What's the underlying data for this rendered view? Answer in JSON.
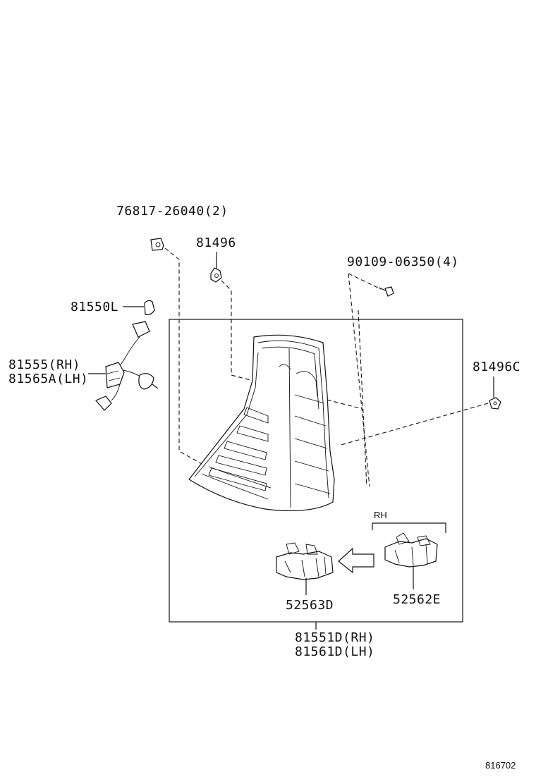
{
  "labels": {
    "clip_76817": "76817-26040(2)",
    "grommet_81496": "81496",
    "screw_90109": "90109-06350(4)",
    "bulb_81550L": "81550L",
    "socket_rh": "81555(RH)",
    "socket_lh": "81565A(LH)",
    "grommet_81496C": "81496C",
    "rh_bracket": "RH",
    "cover_52563D": "52563D",
    "cover_52562E": "52562E",
    "lamp_rh": "81551D(RH)",
    "lamp_lh": "81561D(LH)",
    "diagram_id": "816702"
  },
  "icons": [
    "clip-icon",
    "grommet-icon",
    "screw-icon",
    "bulb-icon",
    "socket-wiring-icon",
    "tail-lamp-icon",
    "cover-icon",
    "arrow-icon"
  ]
}
